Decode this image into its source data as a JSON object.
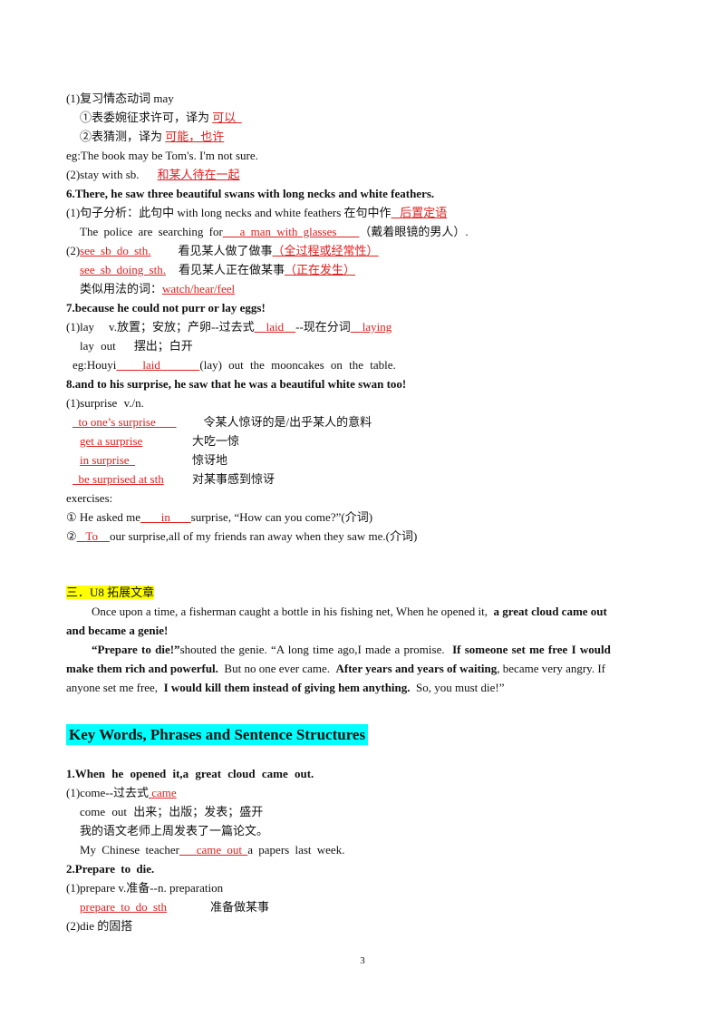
{
  "lines": {
    "l1": "(1)复习情态动词 may",
    "l2a": "①表委婉征求许可，译为 ",
    "l2b": "可以",
    "l3a": "②表猜测，译为 ",
    "l3b": "可能，也许",
    "l4": "eg:The book may be Tom's. I'm not sure.",
    "l5a": "(2)stay with sb.",
    "l5b": "和某人待在一起",
    "l6": "6.There, he saw three beautiful swans with long necks and white feathers.",
    "l7a": "(1)句子分析：此句中 with long necks and white feathers 在句中作",
    "l7b": "后置定语",
    "l8a": "The police are searching for",
    "l8b": "a man with glasses",
    "l8c": "（戴着眼镜的男人）.",
    "l9a": "(2)",
    "l9b": "see sb do sth.",
    "l9c": "看见某人做了做事",
    "l9d": "（全过程或经常性）",
    "l10a": "see sb doing sth.",
    "l10b": "看见某人正在做某事",
    "l10c": "（正在发生）",
    "l11a": "类似用法的词：",
    "l11b": "watch/hear/feel",
    "l12": "7.because he could not purr or lay eggs!",
    "l13a": "(1)lay",
    "l13b": "v.放置；安放；产卵--过去式",
    "l13c": "laid",
    "l13d": "--现在分词",
    "l13e": "laying",
    "l14a": "lay out",
    "l14b": "摆出；白开",
    "l15a": "eg:Houyi",
    "l15b": "laid",
    "l15c": "(lay) out the mooncakes on the table.",
    "l16": "8.and to his surprise, he saw that he was a beautiful white swan too!",
    "l17": "(1)surprise v./n.",
    "l18a": "to one’s surprise",
    "l18b": "令某人惊讶的是/出乎某人的意料",
    "l19a": "get a surprise",
    "l19b": "大吃一惊",
    "l20a": "in surprise",
    "l20b": "惊讶地",
    "l21a": "be surprised at sth",
    "l21b": "对某事感到惊讶",
    "l22": "exercises:",
    "l23a": "① He asked me",
    "l23b": "in",
    "l23c": "surprise, “How can you come?”(介词)",
    "l24a": "②",
    "l24b": "To",
    "l24c": "our surprise,all of my friends ran away when they saw me.(介词)",
    "l25": "三．U8 拓展文章",
    "p1a": "Once upon a time, a fisherman caught a bottle in his fishing net, When he opened it,",
    "p1b": "a great cloud came out",
    "p1c": "and became a genie!",
    "p2a": "“Prepare to die!”",
    "p2b": "shouted the genie. “A long time ago,I made a promise.",
    "p2c": "If someone set me free I would",
    "p3a": "make them rich and powerful.",
    "p3b": "But no one ever came.",
    "p3c": "After years and years of waiting",
    "p3d": ", became very angry. If",
    "p4a": "anyone set me free,",
    "p4b": "I would kill them instead of giving hem anything.",
    "p4c": "So, you must die!”",
    "heading": "Key Words, Phrases and Sentence Structures",
    "k1": "1.When he opened it,a great cloud came out.",
    "k2a": "(1)come--过去式",
    "k2b": "came",
    "k3": "come out 出来；出版；发表；盛开",
    "k4": "我的语文老师上周发表了一篇论文。",
    "k5a": "My Chinese teacher",
    "k5b": "came out",
    "k5c": "a papers last week.",
    "k6": "2.Prepare to die.",
    "k7": "(1)prepare v.准备--n. preparation",
    "k8a": "prepare to do sth",
    "k8b": "准备做某事",
    "k9": "(2)die 的固搭"
  },
  "page_number": "3"
}
